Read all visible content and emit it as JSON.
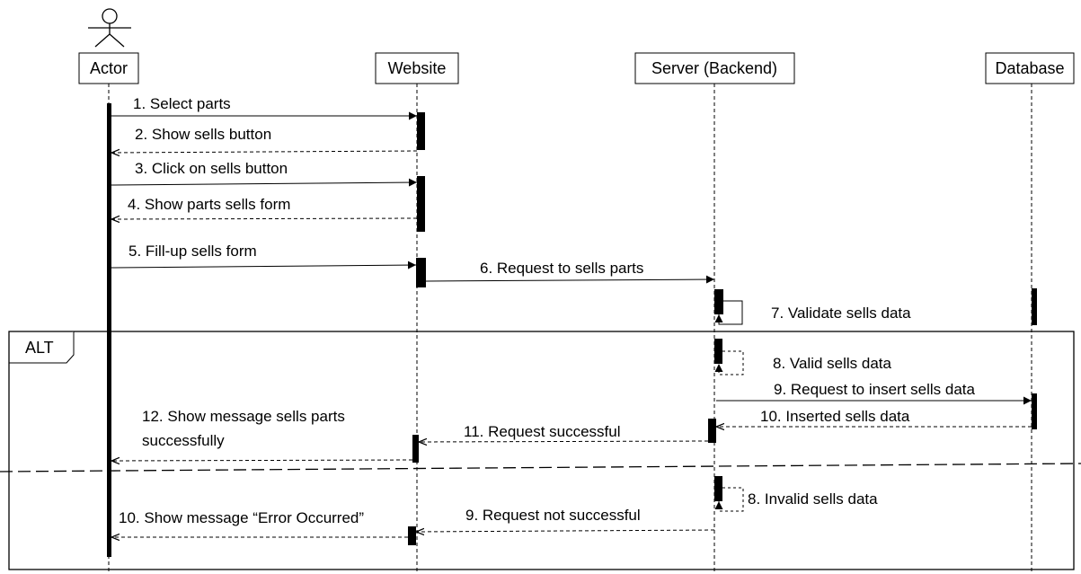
{
  "participants": [
    {
      "name": "Actor"
    },
    {
      "name": "Website"
    },
    {
      "name": "Server (Backend)"
    },
    {
      "name": "Database"
    }
  ],
  "fragment": {
    "operator": "ALT"
  },
  "messages": [
    {
      "lines": [
        "1. Select parts"
      ],
      "from": "Actor",
      "to": "Website",
      "kind": "sync"
    },
    {
      "lines": [
        "2. Show sells button"
      ],
      "from": "Website",
      "to": "Actor",
      "kind": "return"
    },
    {
      "lines": [
        "3. Click on sells button"
      ],
      "from": "Actor",
      "to": "Website",
      "kind": "sync"
    },
    {
      "lines": [
        "4. Show parts sells form"
      ],
      "from": "Website",
      "to": "Actor",
      "kind": "return"
    },
    {
      "lines": [
        "5. Fill-up sells form"
      ],
      "from": "Actor",
      "to": "Website",
      "kind": "sync"
    },
    {
      "lines": [
        "6. Request to sells parts"
      ],
      "from": "Website",
      "to": "Server (Backend)",
      "kind": "sync"
    },
    {
      "lines": [
        "7. Validate sells data"
      ],
      "from": "Server (Backend)",
      "to": "Server (Backend)",
      "kind": "self"
    },
    {
      "lines": [
        "8. Valid sells data"
      ],
      "from": "Server (Backend)",
      "to": "Server (Backend)",
      "kind": "self-return"
    },
    {
      "lines": [
        "9. Request to insert sells data"
      ],
      "from": "Server (Backend)",
      "to": "Database",
      "kind": "sync"
    },
    {
      "lines": [
        "10. Inserted sells data"
      ],
      "from": "Database",
      "to": "Server (Backend)",
      "kind": "return"
    },
    {
      "lines": [
        "11. Request successful"
      ],
      "from": "Server (Backend)",
      "to": "Website",
      "kind": "return"
    },
    {
      "lines": [
        "12. Show message sells parts",
        "successfully"
      ],
      "from": "Website",
      "to": "Actor",
      "kind": "return"
    },
    {
      "lines": [
        "8. Invalid sells data"
      ],
      "from": "Server (Backend)",
      "to": "Server (Backend)",
      "kind": "self-return"
    },
    {
      "lines": [
        "9. Request not successful"
      ],
      "from": "Server (Backend)",
      "to": "Website",
      "kind": "return"
    },
    {
      "lines": [
        "10. Show message “Error Occurred”"
      ],
      "from": "Website",
      "to": "Actor",
      "kind": "return"
    }
  ]
}
